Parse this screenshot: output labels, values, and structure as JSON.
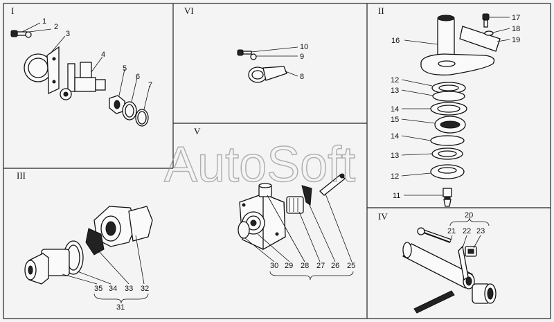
{
  "panels": [
    {
      "id": "I",
      "label": "I"
    },
    {
      "id": "II",
      "label": "II"
    },
    {
      "id": "III",
      "label": "III"
    },
    {
      "id": "IV",
      "label": "IV"
    },
    {
      "id": "V",
      "label": "V"
    },
    {
      "id": "VI",
      "label": "VI"
    }
  ],
  "callouts": {
    "p1": "1",
    "p2": "2",
    "p3": "3",
    "p4": "4",
    "p5": "5",
    "p6": "6",
    "p7": "7",
    "p8": "8",
    "p9": "9",
    "p10": "10",
    "p11": "11",
    "p12a": "12",
    "p12b": "12",
    "p13a": "13",
    "p13b": "13",
    "p14a": "14",
    "p14b": "14",
    "p15": "15",
    "p16": "16",
    "p17": "17",
    "p18": "18",
    "p19": "19",
    "p20": "20",
    "p21": "21",
    "p22": "22",
    "p23": "23",
    "p25": "25",
    "p26": "26",
    "p27": "27",
    "p28": "28",
    "p29": "29",
    "p30": "30",
    "p31": "31",
    "p32": "32",
    "p33": "33",
    "p34": "34",
    "p35": "35"
  },
  "watermark": "AutoSoft"
}
